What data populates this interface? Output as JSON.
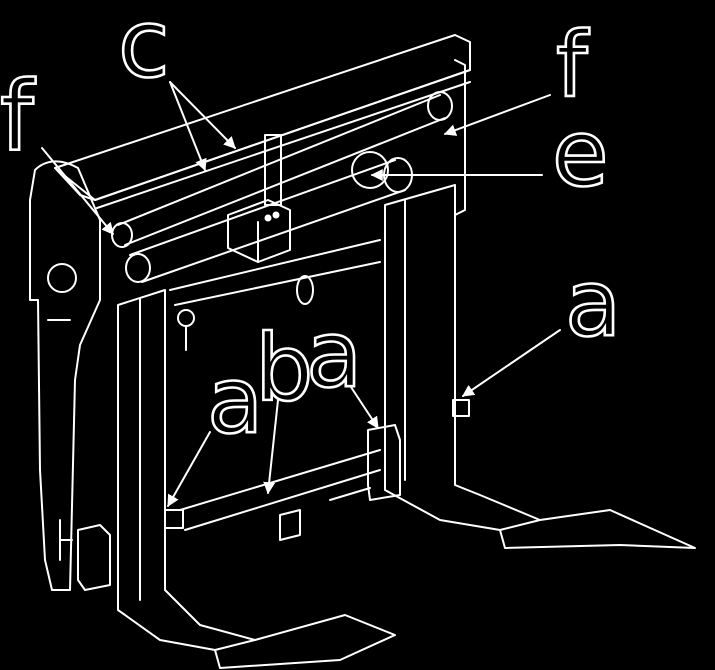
{
  "diagram": {
    "background_color": "#000000",
    "line_color": "#ffffff",
    "labels": {
      "c": "c",
      "f_left": "f",
      "f_right": "f",
      "e": "e",
      "a_right": "a",
      "a_center": "a",
      "b": "b",
      "a_mid": "a"
    }
  }
}
